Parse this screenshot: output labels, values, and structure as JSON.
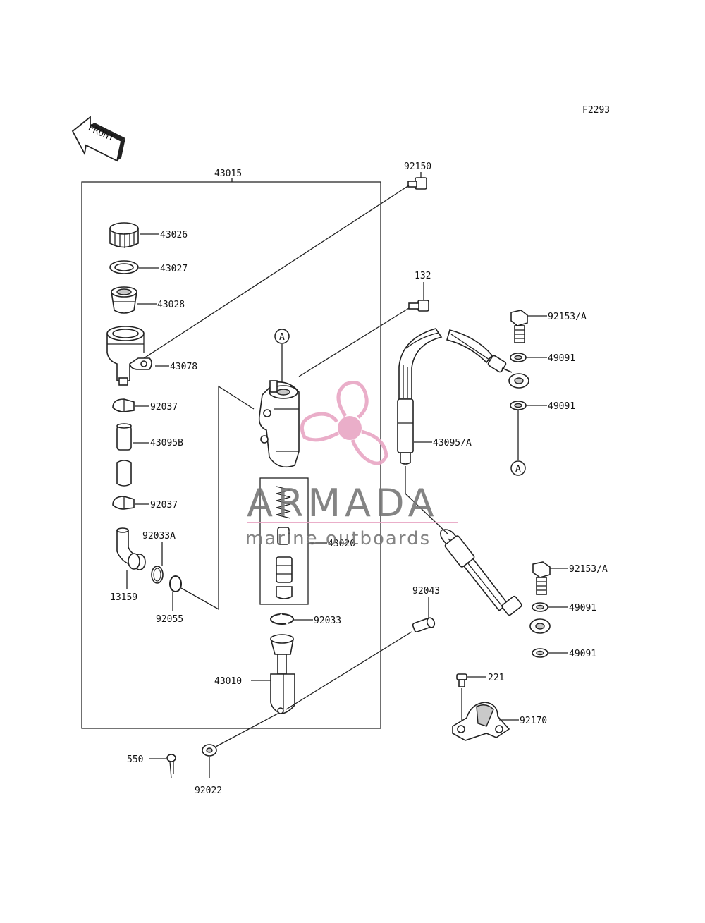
{
  "figure_code": "F2293",
  "front_label": "FRONT",
  "colors": {
    "watermark_pink": "#e8a6c4",
    "watermark_gray": "#777777",
    "line": "#222222"
  },
  "labels": {
    "p43015": "43015",
    "p92150": "92150",
    "p43026": "43026",
    "p43027": "43027",
    "p43028": "43028",
    "p43078": "43078",
    "p92037a": "92037",
    "p43095b": "43095B",
    "p92037b": "92037",
    "p92033a": "92033A",
    "p13159": "13159",
    "p92055": "92055",
    "p132": "132",
    "p43020": "43020",
    "p92033": "92033",
    "p43010": "43010",
    "p550": "550",
    "p92022": "92022",
    "p92043": "92043",
    "p43095a": "43095/A",
    "p92153a_top": "92153/A",
    "p49091_1": "49091",
    "p49091_2": "49091",
    "p92153a_bot": "92153/A",
    "p49091_3": "49091",
    "p49091_4": "49091",
    "p221": "221",
    "p92170": "92170"
  },
  "ref_marks": {
    "a1": "A",
    "a2": "A"
  },
  "watermark": {
    "brand": "ARMADA",
    "tagline": "marine outboards"
  }
}
